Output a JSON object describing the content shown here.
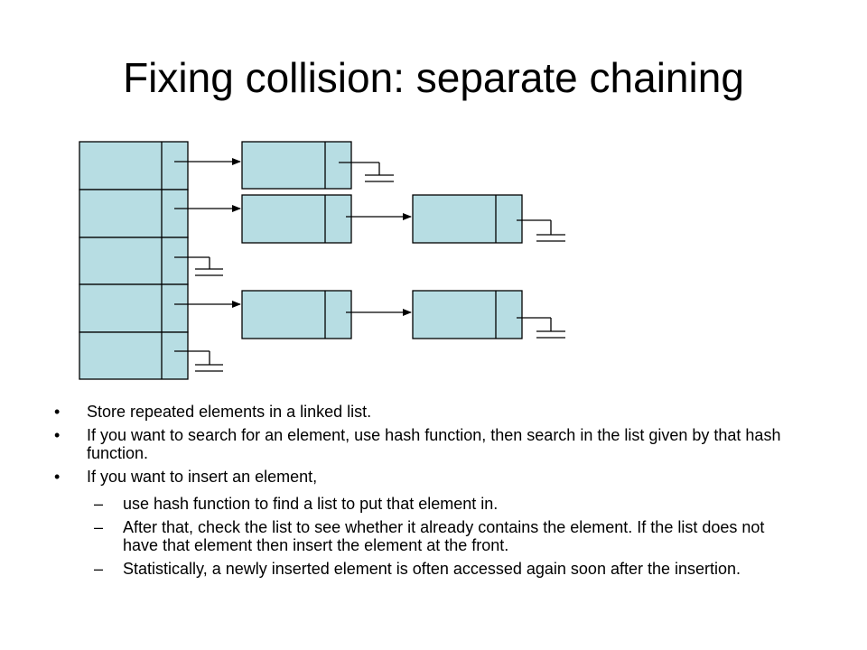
{
  "slide": {
    "title": "Fixing collision: separate chaining"
  },
  "bullets": [
    {
      "marker": "•",
      "text": "Store repeated elements in a linked list."
    },
    {
      "marker": "•",
      "text": "If you want to search for an element, use hash function, then search in the list given by that hash function."
    },
    {
      "marker": "•",
      "text": "If you want to insert an element,"
    }
  ],
  "sub_bullets": [
    {
      "marker": "–",
      "text": "use hash function to find a list to put that element in."
    },
    {
      "marker": "–",
      "text": "After that, check the list to see whether it already contains the element. If the list does not have that element then insert the element at the front."
    },
    {
      "marker": "–",
      "text": "Statistically, a newly inserted element is often accessed again soon after the insertion."
    }
  ],
  "colors": {
    "cell_fill": "#b7dde3",
    "stroke": "#000000"
  }
}
